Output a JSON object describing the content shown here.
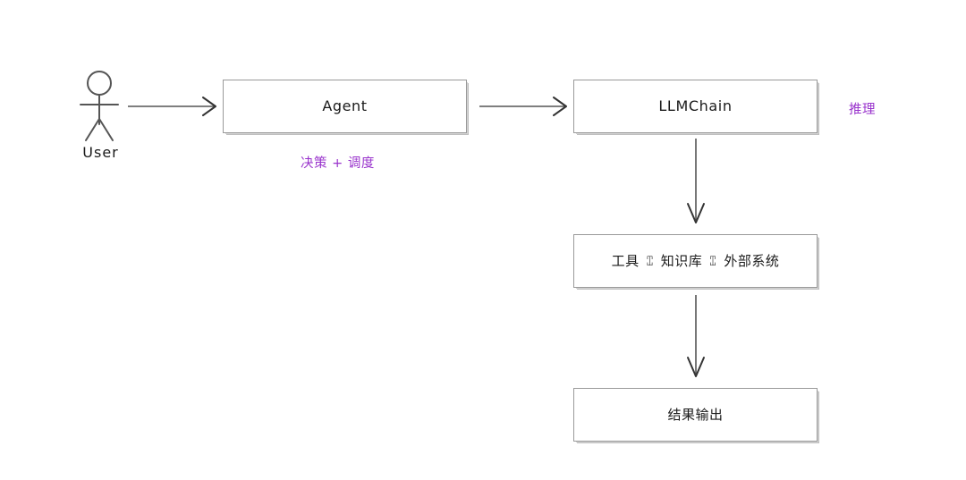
{
  "diagram": {
    "title": "Agent / LLMChain flow",
    "background": "#ffffff",
    "accent_purple": "#9933cc",
    "stroke": "#555555",
    "box_border": "#9a9a9a"
  },
  "actor": {
    "name": "User",
    "icon": "stick-figure-actor-icon"
  },
  "nodes": [
    {
      "id": "agent",
      "label": "Agent"
    },
    {
      "id": "llmchain",
      "label": "LLMChain"
    },
    {
      "id": "tools",
      "label": "工具 ⑄ 知识库 ⑄ 外部系统"
    },
    {
      "id": "output",
      "label": "结果输出"
    }
  ],
  "node_labels": {
    "agent": "Agent",
    "llmchain": "LLMChain",
    "tools_part1": "工具",
    "tools_sep1": "⑄",
    "tools_part2": "知识库",
    "tools_sep2": "⑄",
    "tools_part3": "外部系统",
    "output": "结果输出"
  },
  "annotations": [
    {
      "id": "agent-note",
      "text": "决策 + 调度",
      "color": "#9933cc"
    },
    {
      "id": "llmchain-note",
      "text": "推理",
      "color": "#9933cc"
    }
  ],
  "annotation_text": {
    "agent": "决策 + 调度",
    "llmchain": "推理"
  },
  "edges": [
    {
      "id": "user-to-agent",
      "from": "User",
      "to": "Agent",
      "direction": "right",
      "head": "open-chevron"
    },
    {
      "id": "agent-to-llmchain",
      "from": "Agent",
      "to": "LLMChain",
      "direction": "right",
      "head": "open-chevron"
    },
    {
      "id": "llmchain-to-tools",
      "from": "LLMChain",
      "to": "Tools",
      "direction": "down",
      "head": "filled-vee"
    },
    {
      "id": "tools-to-output",
      "from": "Tools",
      "to": "Output",
      "direction": "down",
      "head": "filled-vee"
    }
  ]
}
